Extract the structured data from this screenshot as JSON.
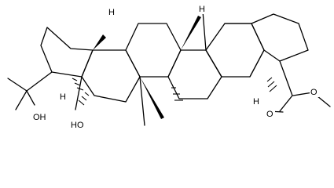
{
  "structure": {
    "type": "skeletal-formula",
    "atom_labels": {
      "h_a": "H",
      "h_b": "H",
      "h_c": "H",
      "h_d": "H",
      "oh_side": "OH",
      "oh_ring": "HO",
      "o_ester_single": "O",
      "o_ester_double": "O"
    }
  }
}
